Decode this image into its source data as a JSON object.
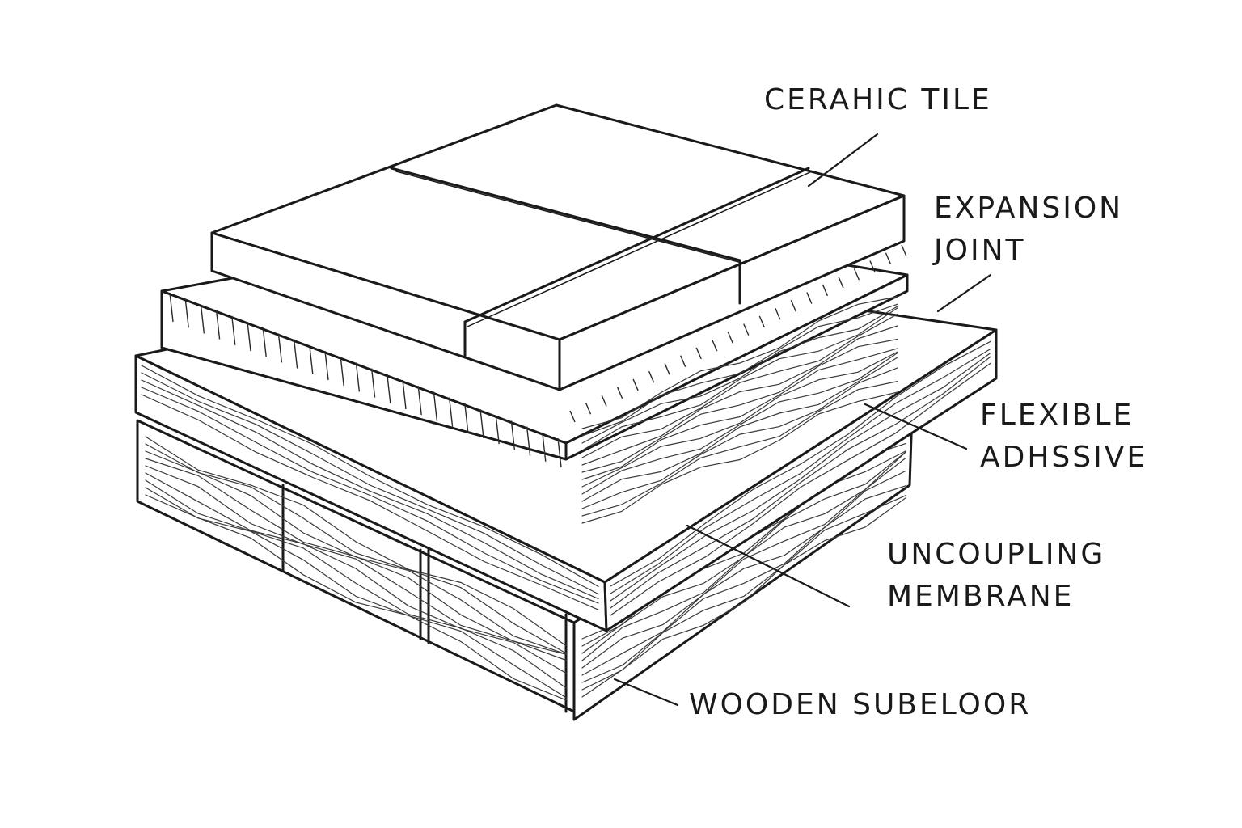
{
  "labels": {
    "ceramic_tile": "CERAHIC TILE",
    "expansion_joint_1": "EXPANSION",
    "expansion_joint_2": "JOINT",
    "flexible_adhesive_1": "FLEXIBLE",
    "flexible_adhesive_2": "ADHSSIVE",
    "uncoupling_membrane_1": "UNCOUPLING",
    "uncoupling_membrane_2": "MEMBRANE",
    "wooden_subfloor": "WOODEN SUBELOOR"
  }
}
